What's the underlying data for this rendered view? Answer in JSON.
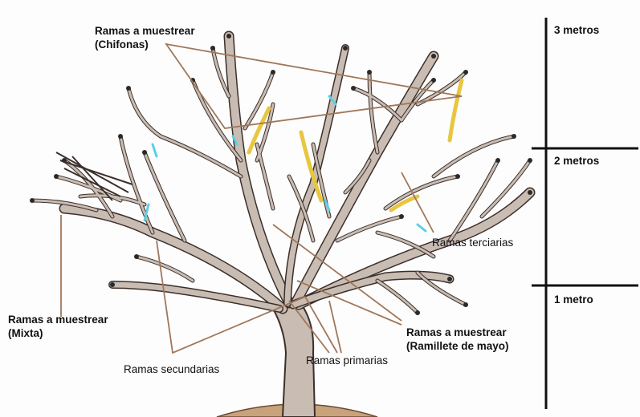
{
  "labels": {
    "chifonas_line1": "Ramas a muestrear",
    "chifonas_line2": "(Chifonas)",
    "mixta_line1": "Ramas a muestrear",
    "mixta_line2": "(Mixta)",
    "ramillete_line1": "Ramas a muestrear",
    "ramillete_line2": "(Ramillete de mayo)",
    "terciarias": "Ramas terciarias",
    "secundarias": "Ramas secundarias",
    "primarias": "Ramas primarias"
  },
  "scale": {
    "m3": "3 metros",
    "m2": "2 metros",
    "m1": "1 metro"
  },
  "colors": {
    "leader_line": "#a0775a",
    "branch": "#c8bcb3",
    "branch_outline": "#3c2f2a",
    "bud": "#2a2a2a",
    "marker_yellow": "#e8c640",
    "marker_cyan": "#5ad0e8",
    "soil": "#c8a27a"
  }
}
